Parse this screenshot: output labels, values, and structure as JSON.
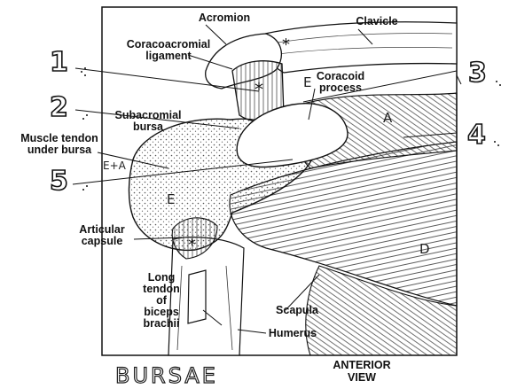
{
  "labels": {
    "acromion": "Acromion",
    "clavicle": "Clavicle",
    "coracoacromial": "Coracoacromial\nligament",
    "coracoid": "Coracoid\nprocess",
    "subacromial": "Subacromial\nbursa",
    "muscle_tendon": "Muscle tendon\nunder bursa",
    "articular": "Articular\ncapsule",
    "long_tendon": "Long\ntendon\nof\nbiceps\nbrachii",
    "scapula": "Scapula",
    "humerus": "Humerus",
    "view": "ANTERIOR\nVIEW"
  },
  "numbers": [
    "1",
    "2",
    "3",
    "4",
    "5"
  ],
  "letters": [
    "E",
    "A",
    "E",
    "D",
    "E+A"
  ],
  "footer_text": "BURSAE",
  "colors": {
    "ink": "#111111",
    "paper": "#ffffff",
    "stipple": "#555555"
  }
}
